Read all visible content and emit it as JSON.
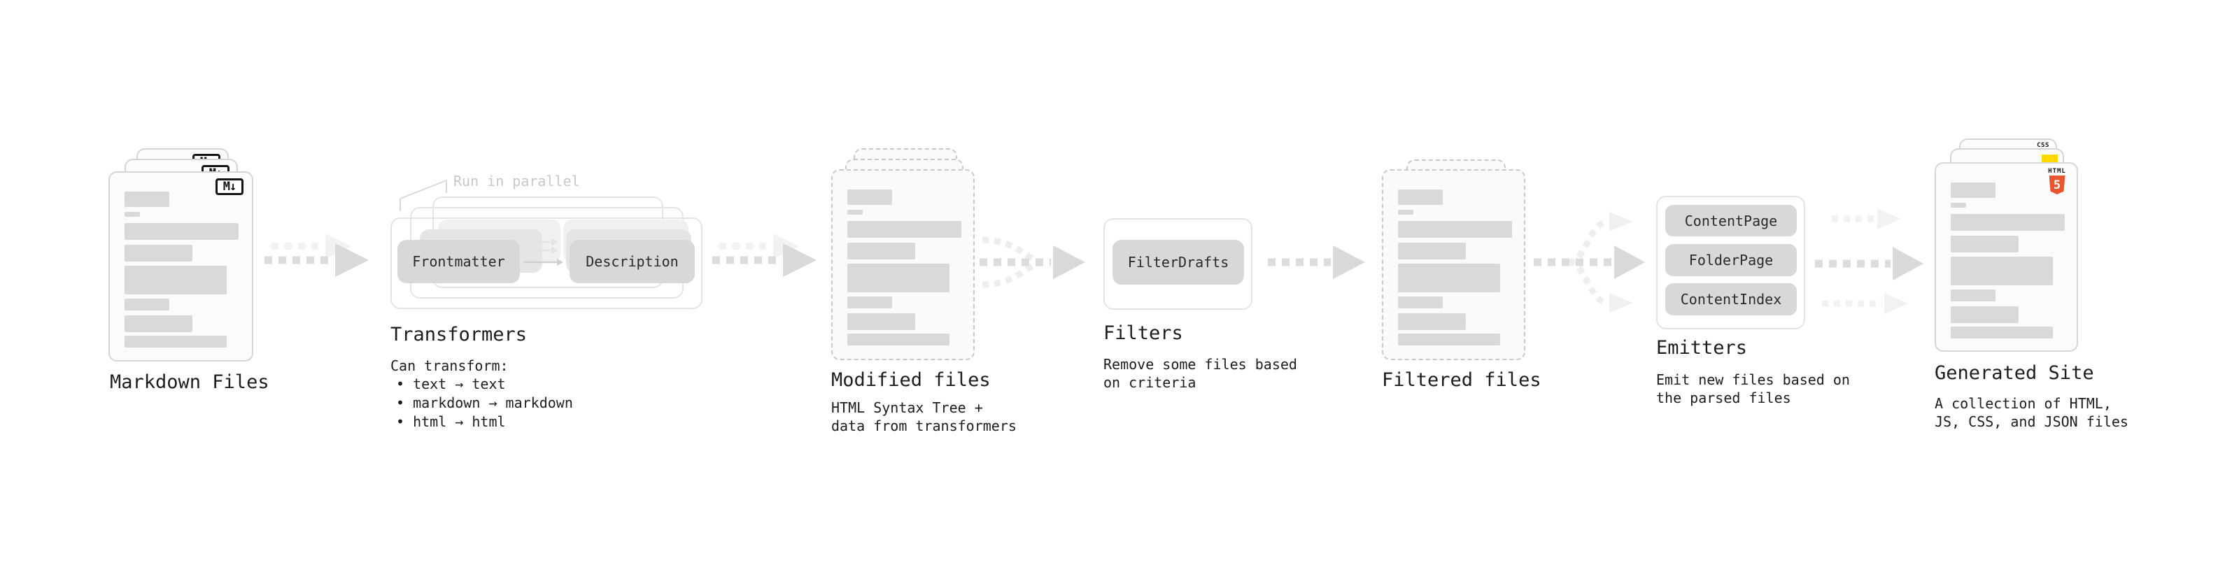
{
  "nodes": {
    "markdown_files": {
      "title": "Markdown Files"
    },
    "transformers": {
      "title": "Transformers",
      "note": "Run in parallel",
      "box_frontmatter": "Frontmatter",
      "box_description": "Description",
      "subtitle": "Can transform:",
      "bullets": [
        "• text → text",
        "• markdown → markdown",
        "• html → html"
      ]
    },
    "modified_files": {
      "title": "Modified files",
      "subtitle": "HTML Syntax Tree +\ndata from transformers"
    },
    "filters": {
      "title": "Filters",
      "box": "FilterDrafts",
      "subtitle": "Remove some files based\non criteria"
    },
    "filtered_files": {
      "title": "Filtered files"
    },
    "emitters": {
      "title": "Emitters",
      "boxes": [
        "ContentPage",
        "FolderPage",
        "ContentIndex"
      ],
      "subtitle": "Emit new files based on\nthe parsed files"
    },
    "generated_site": {
      "title": "Generated Site",
      "subtitle": "A collection of HTML,\nJS, CSS, and JSON files"
    }
  },
  "icons": {
    "markdown_badge": "M↓",
    "html5_label": "HTML",
    "html5_number": "5",
    "css_label": "CSS"
  },
  "colors": {
    "html5_orange": "#e8552e",
    "js_yellow": "#ffd900",
    "css_blue": "#2f6bf2",
    "bar_gray": "#d9d9d9",
    "arrow_gray": "#d9d9d9",
    "faint_gray": "#f0f0f0"
  }
}
